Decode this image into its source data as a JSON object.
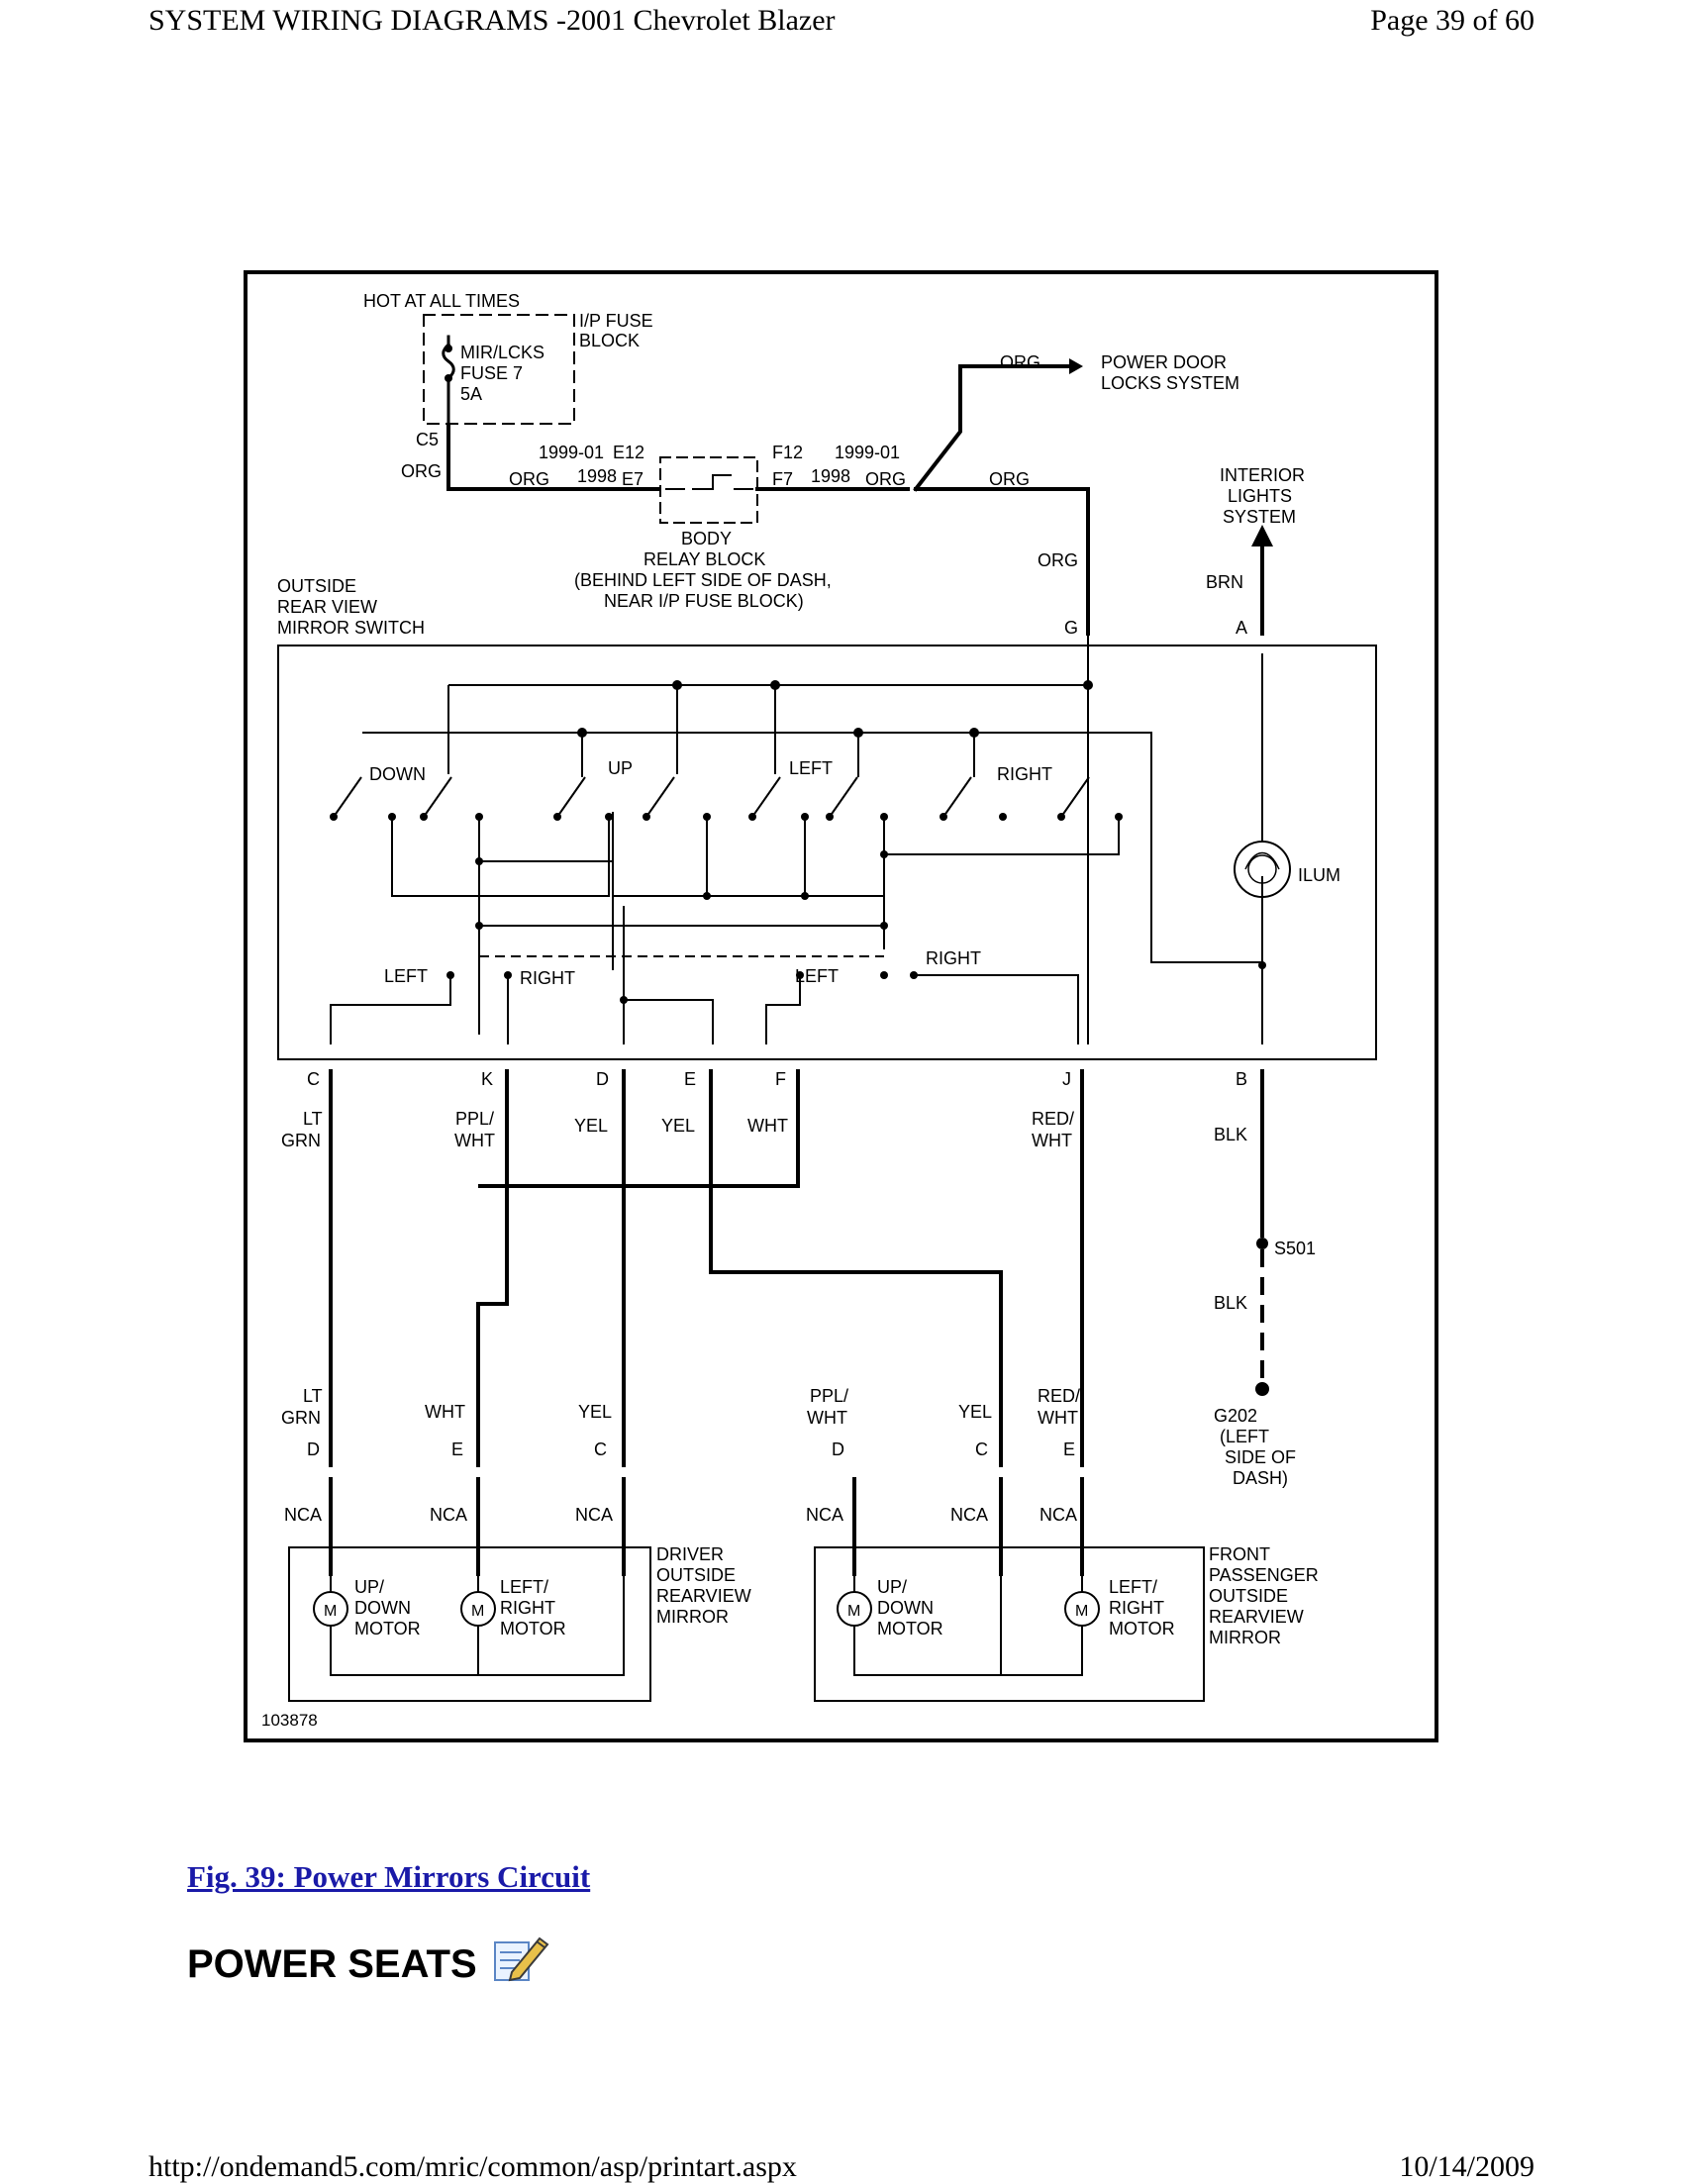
{
  "header": {
    "title": "SYSTEM WIRING DIAGRAMS -2001 Chevrolet Blazer",
    "page": "Page 39 of 60"
  },
  "footer": {
    "url": "http://ondemand5.com/mric/common/asp/printart.aspx",
    "date": "10/14/2009"
  },
  "figure": {
    "caption": "Fig. 39: Power Mirrors Circuit",
    "id": "103878"
  },
  "diagram": {
    "hot": "HOT AT ALL TIMES",
    "fuse_block": [
      "I/P FUSE",
      "BLOCK"
    ],
    "fuse": [
      "MIR/LCKS",
      "FUSE 7",
      "5A"
    ],
    "c5": "C5",
    "org": "ORG",
    "years_a": "1999-01",
    "years_b": "1998",
    "e12": "E12",
    "e7": "E7",
    "f12": "F12",
    "f7": "F7",
    "power_door": [
      "POWER DOOR",
      "LOCKS SYSTEM"
    ],
    "relay_block": [
      "BODY",
      "RELAY BLOCK",
      "(BEHIND LEFT SIDE OF DASH,",
      "NEAR I/P FUSE BLOCK)"
    ],
    "interior": [
      "INTERIOR",
      "LIGHTS",
      "SYSTEM"
    ],
    "switch_name": [
      "OUTSIDE",
      "REAR VIEW",
      "MIRROR SWITCH"
    ],
    "brn": "BRN",
    "pin_g": "G",
    "pin_a": "A",
    "dir_down": "DOWN",
    "dir_up": "UP",
    "dir_left": "LEFT",
    "dir_right": "RIGHT",
    "ilum": "ILUM",
    "pins_top": [
      "C",
      "K",
      "D",
      "E",
      "F",
      "J",
      "B"
    ],
    "wire_lt": "LT",
    "wire_grn": "GRN",
    "wire_ppl": "PPL/",
    "wire_wht": "WHT",
    "wire_yel": "YEL",
    "wire_red": "RED/",
    "wire_blk": "BLK",
    "s501": "S501",
    "g202": [
      "G202",
      "(LEFT",
      "SIDE OF",
      "DASH)"
    ],
    "pin_d": "D",
    "pin_e": "E",
    "pin_c": "C",
    "nca": "NCA",
    "motor_m": "M",
    "updown": [
      "UP/",
      "DOWN",
      "MOTOR"
    ],
    "leftright": [
      "LEFT/",
      "RIGHT",
      "MOTOR"
    ],
    "driver_mirror": [
      "DRIVER",
      "OUTSIDE",
      "REARVIEW",
      "MIRROR"
    ],
    "pass_mirror": [
      "FRONT",
      "PASSENGER",
      "OUTSIDE",
      "REARVIEW",
      "MIRROR"
    ]
  },
  "section": {
    "title": "POWER SEATS",
    "icon": "edit-note-icon"
  }
}
